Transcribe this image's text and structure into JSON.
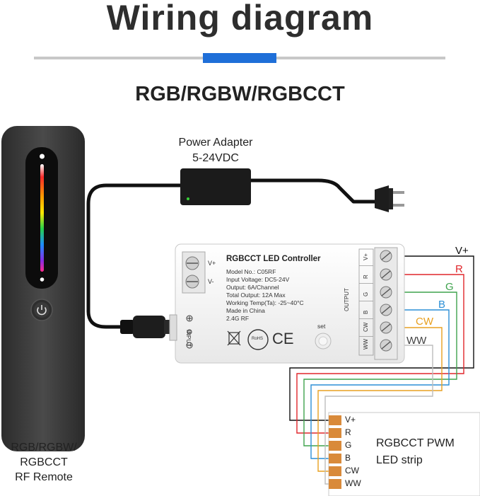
{
  "header": {
    "title": "Wiring diagram",
    "subtitle": "RGB/RGBW/RGBCCT"
  },
  "adapter": {
    "line1": "Power Adapter",
    "line2": "5-24VDC"
  },
  "remote": {
    "line1": "RGB/RGBW/",
    "line2": "RGBCCT",
    "line3": "RF Remote"
  },
  "controller": {
    "name": "RGBCCT LED Controller",
    "specs": [
      "Model No.: C05RF",
      "Input Voltage: DC5-24V",
      "Output: 6A/Channel",
      "Total Output: 12A Max",
      "Working Temp(Ta): -25~40°C",
      "Made in China",
      "2.4G RF"
    ],
    "input_terminals": [
      "V+",
      "V-"
    ],
    "input_label": "INPUT",
    "output_label": "OUTPUT",
    "output_terminals": [
      "V+",
      "R",
      "G",
      "B",
      "CW",
      "WW"
    ],
    "set_label": "set",
    "cert_marks": [
      "RoHS",
      "CE"
    ]
  },
  "wires": [
    {
      "label": "V+",
      "color": "#111111"
    },
    {
      "label": "R",
      "color": "#e0262b"
    },
    {
      "label": "G",
      "color": "#3fa34d"
    },
    {
      "label": "B",
      "color": "#2c8fd6"
    },
    {
      "label": "CW",
      "color": "#e8a020"
    },
    {
      "label": "WW",
      "color": "#bdbdbd"
    }
  ],
  "strip": {
    "pads": [
      "V+",
      "R",
      "G",
      "B",
      "CW",
      "WW"
    ],
    "line1": "RGBCCT PWM",
    "line2": "LED strip",
    "pad_color": "#d98a3a"
  }
}
